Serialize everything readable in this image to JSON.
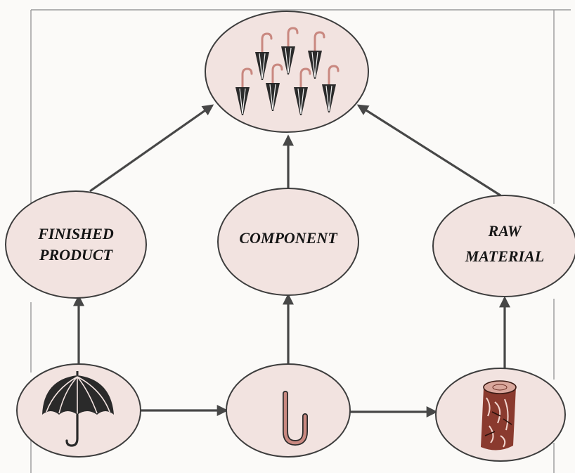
{
  "nodes": {
    "finished_product": {
      "line1": "FINISHED",
      "line2": "PRODUCT"
    },
    "component": {
      "label": "COMPONENT"
    },
    "raw_material": {
      "line1": "RAW",
      "line2": "MATERIAL"
    }
  },
  "icons": {
    "top": "umbrellas-group-icon",
    "bottom_left": "umbrella-icon",
    "bottom_middle": "umbrella-handle-icon",
    "bottom_right": "wood-log-icon"
  },
  "colors": {
    "node_fill": "#f2e3e0",
    "arrow": "#474747",
    "handle": "#c98880",
    "wood": "#8a3a2e"
  }
}
